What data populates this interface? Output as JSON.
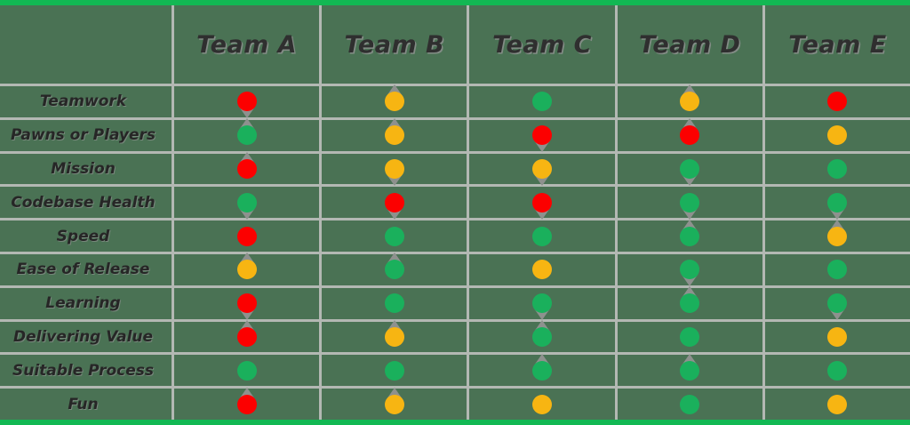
{
  "chart_data": {
    "type": "table",
    "title": "",
    "legend": {
      "status_colors": {
        "red": "#fc0000",
        "amber": "#f7b512",
        "green": "#1ab05c"
      },
      "trend_arrows": {
        "up": "improving",
        "down": "declining",
        "none": "steady"
      }
    },
    "colors": {
      "board_border": "#12b853",
      "cell_background": "#4a7254",
      "grid_line": "#b3b8b3",
      "text": "#262626",
      "arrow": "#8e918e"
    },
    "corner_header": "",
    "columns": [
      "Team A",
      "Team B",
      "Team C",
      "Team D",
      "Team E"
    ],
    "rows": [
      {
        "label": "Teamwork",
        "cells": [
          {
            "status": "red",
            "trend": "down"
          },
          {
            "status": "amber",
            "trend": "up"
          },
          {
            "status": "green",
            "trend": "none"
          },
          {
            "status": "amber",
            "trend": "up"
          },
          {
            "status": "red",
            "trend": "none"
          }
        ]
      },
      {
        "label": "Pawns or Players",
        "cells": [
          {
            "status": "green",
            "trend": "up"
          },
          {
            "status": "amber",
            "trend": "up"
          },
          {
            "status": "red",
            "trend": "down"
          },
          {
            "status": "red",
            "trend": "up"
          },
          {
            "status": "amber",
            "trend": "none"
          }
        ]
      },
      {
        "label": "Mission",
        "cells": [
          {
            "status": "red",
            "trend": "up"
          },
          {
            "status": "amber",
            "trend": "down"
          },
          {
            "status": "amber",
            "trend": "down"
          },
          {
            "status": "green",
            "trend": "down"
          },
          {
            "status": "green",
            "trend": "none"
          }
        ]
      },
      {
        "label": "Codebase Health",
        "cells": [
          {
            "status": "green",
            "trend": "down"
          },
          {
            "status": "red",
            "trend": "down"
          },
          {
            "status": "red",
            "trend": "down"
          },
          {
            "status": "green",
            "trend": "down"
          },
          {
            "status": "green",
            "trend": "down"
          }
        ]
      },
      {
        "label": "Speed",
        "cells": [
          {
            "status": "red",
            "trend": "none"
          },
          {
            "status": "green",
            "trend": "none"
          },
          {
            "status": "green",
            "trend": "none"
          },
          {
            "status": "green",
            "trend": "up"
          },
          {
            "status": "amber",
            "trend": "up"
          }
        ]
      },
      {
        "label": "Ease of Release",
        "cells": [
          {
            "status": "amber",
            "trend": "up"
          },
          {
            "status": "green",
            "trend": "up"
          },
          {
            "status": "amber",
            "trend": "none"
          },
          {
            "status": "green",
            "trend": "down"
          },
          {
            "status": "green",
            "trend": "none"
          }
        ]
      },
      {
        "label": "Learning",
        "cells": [
          {
            "status": "red",
            "trend": "down"
          },
          {
            "status": "green",
            "trend": "none"
          },
          {
            "status": "green",
            "trend": "down"
          },
          {
            "status": "green",
            "trend": "up"
          },
          {
            "status": "green",
            "trend": "down"
          }
        ]
      },
      {
        "label": "Delivering Value",
        "cells": [
          {
            "status": "red",
            "trend": "up"
          },
          {
            "status": "amber",
            "trend": "up"
          },
          {
            "status": "green",
            "trend": "up"
          },
          {
            "status": "green",
            "trend": "none"
          },
          {
            "status": "amber",
            "trend": "none"
          }
        ]
      },
      {
        "label": "Suitable Process",
        "cells": [
          {
            "status": "green",
            "trend": "none"
          },
          {
            "status": "green",
            "trend": "none"
          },
          {
            "status": "green",
            "trend": "up"
          },
          {
            "status": "green",
            "trend": "up"
          },
          {
            "status": "green",
            "trend": "none"
          }
        ]
      },
      {
        "label": "Fun",
        "cells": [
          {
            "status": "red",
            "trend": "up"
          },
          {
            "status": "amber",
            "trend": "up"
          },
          {
            "status": "amber",
            "trend": "none"
          },
          {
            "status": "green",
            "trend": "none"
          },
          {
            "status": "amber",
            "trend": "none"
          }
        ]
      }
    ]
  }
}
